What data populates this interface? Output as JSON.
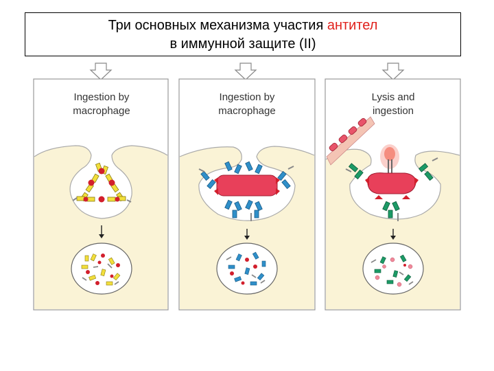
{
  "title": {
    "line1_main": "Три основных механизма участия",
    "line1_accent": "антител",
    "line2": "в иммунной защите (II)"
  },
  "panels": [
    {
      "label_line1": "Ingestion by",
      "label_line2": "macrophage"
    },
    {
      "label_line1": "Ingestion by",
      "label_line2": "macrophage"
    },
    {
      "label_line1": "Lysis and",
      "label_line2": "ingestion"
    }
  ],
  "colors": {
    "accent": "#e0201b",
    "cell_fill": "#faf3d6",
    "yellow_antibody": "#f2df3c",
    "blue_antibody": "#2f8fc9",
    "green_antibody": "#1c9a66",
    "pathogen_red": "#e8405a",
    "dot_red": "#d21f2c"
  }
}
